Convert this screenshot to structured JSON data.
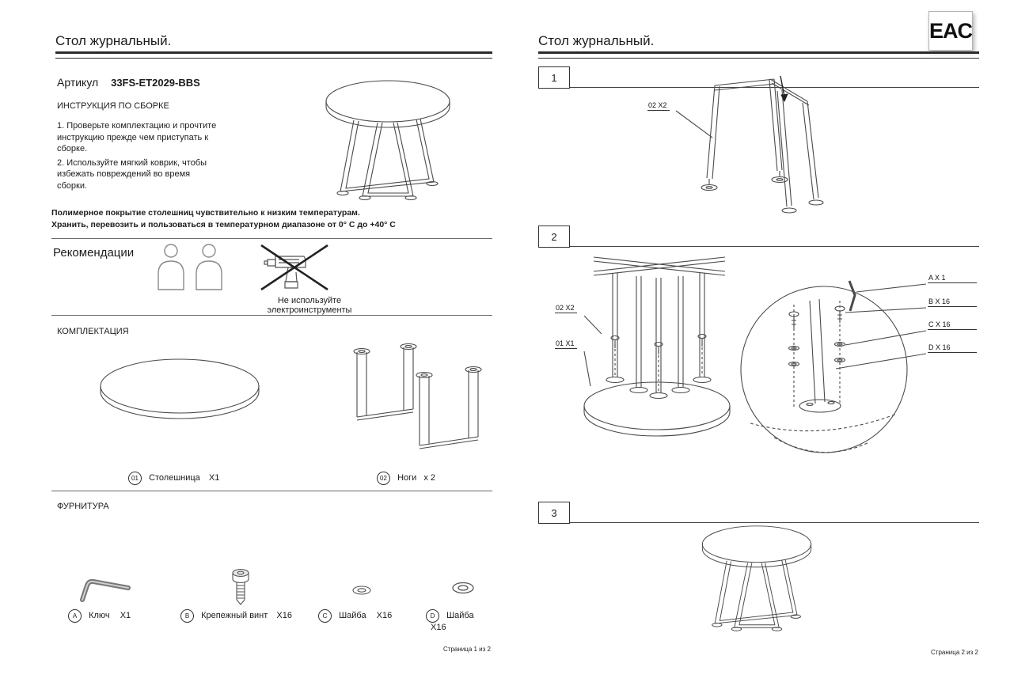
{
  "badge": {
    "eac": "EAC"
  },
  "page1": {
    "title": "Стол журнальный.",
    "article": {
      "label": "Артикул",
      "value": "33FS-ET2029-BBS"
    },
    "sections": {
      "instructions": "ИНСТРУКЦИЯ ПО СБОРКЕ",
      "contents": "КОМПЛЕКТАЦИЯ",
      "hardware": "ФУРНИТУРА"
    },
    "instructions": [
      "1. Проверьте комплектацию и прочтите инструкцию прежде чем приступать к сборке.",
      "2. Используйте мягкий коврик, чтобы избежать повреждений во время сборки."
    ],
    "warning": [
      "Полимерное покрытие столешниц чувствительно к низким температурам.",
      "Хранить, перевозить и пользоваться в температурном диапазоне от 0° С до +40° С"
    ],
    "recommendations": {
      "title": "Рекомендации",
      "note": "Не используйте электроинструменты"
    },
    "contents": [
      {
        "num": "01",
        "label": "Столешница",
        "qty": "X1"
      },
      {
        "num": "02",
        "label": "Ноги",
        "qty": "х 2"
      }
    ],
    "hardware": [
      {
        "letter": "A",
        "label": "Ключ",
        "qty": "X1"
      },
      {
        "letter": "B",
        "label": "Крепежный винт",
        "qty": "X16"
      },
      {
        "letter": "C",
        "label": "Шайба",
        "qty": "X16"
      },
      {
        "letter": "D",
        "label": "Шайба",
        "qty": "X16"
      }
    ],
    "footer": "Страница 1 из 2"
  },
  "page2": {
    "title": "Стол журнальный.",
    "steps": [
      {
        "num": "1"
      },
      {
        "num": "2"
      },
      {
        "num": "3"
      }
    ],
    "labels": {
      "step1_part": "02 X2",
      "step2_legs": "02 X2",
      "step2_top": "01 X1",
      "detail": [
        "A X 1",
        "B X 16",
        "C X 16",
        "D X 16"
      ]
    },
    "footer": "Страница 2 из 2"
  }
}
